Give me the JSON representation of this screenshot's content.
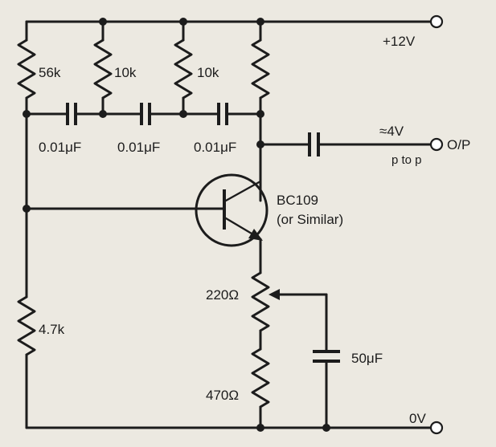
{
  "labels": {
    "r1": "56k",
    "r2": "10k",
    "r3": "10k",
    "r_bias": "4.7k",
    "r_pot": "220Ω",
    "r_emitter": "470Ω",
    "c1": "0.01μF",
    "c2": "0.01μF",
    "c3": "0.01μF",
    "c_bypass": "50μF",
    "transistor": "BC109",
    "transistor_note": "(or Similar)",
    "supply": "+12V",
    "ground": "0V",
    "output": "O/P",
    "output_amplitude": "≈4V",
    "output_unit": "p to p"
  },
  "icons": {
    "resistor": "zigzag-resistor-icon",
    "capacitor": "parallel-plate-capacitor-icon",
    "transistor": "npn-transistor-icon",
    "terminal": "open-circle-terminal-icon"
  },
  "colors": {
    "ink": "#1c1c1c",
    "paper": "#ece9e1"
  }
}
